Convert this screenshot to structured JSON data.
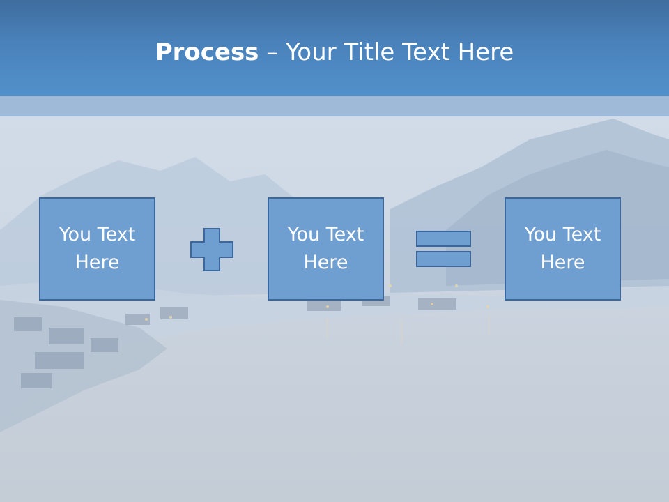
{
  "slide": {
    "title_bold": "Process",
    "title_rest": " – Your Title Text Here",
    "boxes": [
      {
        "text": "You Text Here"
      },
      {
        "text": "You Text Here"
      },
      {
        "text": "You Text Here"
      }
    ],
    "operators": [
      "plus-icon",
      "equals-icon"
    ]
  },
  "colors": {
    "title_bar": "#4a82bb",
    "title_strip": "#9fb9d9",
    "box_fill": "#6f9fd0",
    "box_border": "#3b679d"
  }
}
